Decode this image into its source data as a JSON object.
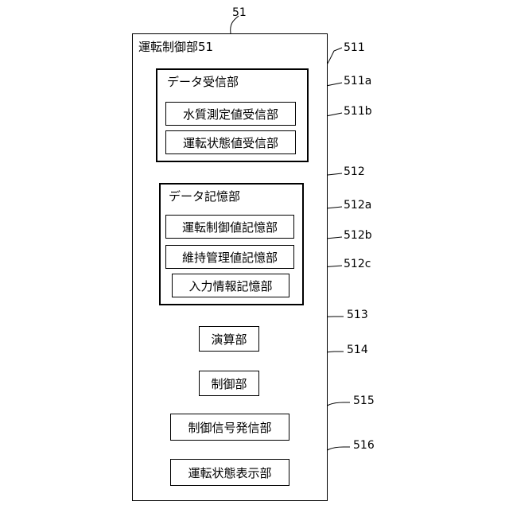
{
  "diagram": {
    "outer": {
      "ref": "51",
      "title": "運転制御部51"
    },
    "data_receiving": {
      "ref": "511",
      "title": "データ受信部",
      "items": [
        {
          "ref": "511a",
          "label": "水質測定値受信部"
        },
        {
          "ref": "511b",
          "label": "運転状態値受信部"
        }
      ]
    },
    "data_storage": {
      "ref": "512",
      "title": "データ記憶部",
      "items": [
        {
          "ref": "512a",
          "label": "運転制御値記憶部"
        },
        {
          "ref": "512b",
          "label": "維持管理値記憶部"
        },
        {
          "ref": "512c",
          "label": "入力情報記憶部"
        }
      ]
    },
    "units": [
      {
        "ref": "513",
        "label": "演算部"
      },
      {
        "ref": "514",
        "label": "制御部"
      },
      {
        "ref": "515",
        "label": "制御信号発信部"
      },
      {
        "ref": "516",
        "label": "運転状態表示部"
      }
    ]
  }
}
